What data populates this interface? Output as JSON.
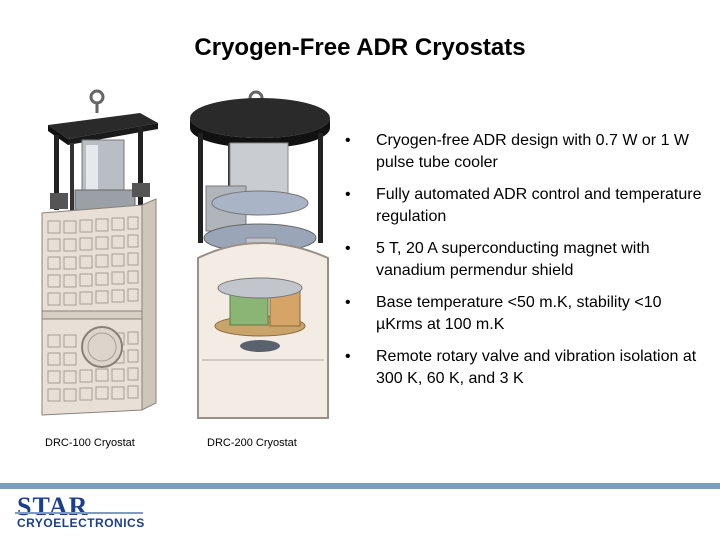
{
  "title": "Cryogen-Free ADR Cryostats",
  "bullets": [
    "Cryogen-free ADR design with 0.7 W or 1 W pulse tube cooler",
    "Fully automated ADR control and temperature regulation",
    "5 T, 20 A superconducting magnet with vanadium permendur shield",
    "Base temperature <50 m.K, stability <10 µKrms at 100 m.K",
    "Remote rotary valve and vibration isolation at 300 K, 60 K, and 3 K"
  ],
  "bullet_symbol": "•",
  "captions": {
    "left": "DRC-100 Cryostat",
    "right": "DRC-200 Cryostat"
  },
  "logo": {
    "name": "STAR",
    "sub": "CRYOELECTRONICS"
  },
  "colors": {
    "rule": "#7c9cc6",
    "logo": "#1b3f8f"
  }
}
